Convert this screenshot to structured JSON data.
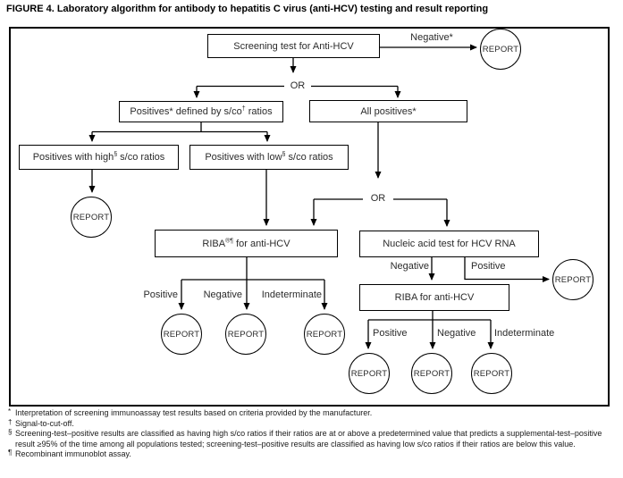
{
  "title": "FIGURE 4. Laboratory algorithm for antibody to hepatitis C virus (anti-HCV) testing and result reporting",
  "report_label": "REPORT",
  "nodes": {
    "screening": {
      "label": "Screening test for Anti-HCV"
    },
    "positives_sco": {
      "pre": "Positives* defined by s/co",
      "sup": "†",
      "post": " ratios"
    },
    "all_positives": {
      "label": "All positives*"
    },
    "high_sco": {
      "pre": "Positives with high",
      "sup": "§",
      "post": " s/co ratios"
    },
    "low_sco": {
      "pre": "Positives with low",
      "sup": "§",
      "post": " s/co ratios"
    },
    "riba_supplemental": {
      "pre": "RIBA",
      "sup": "®¶",
      "post": " for anti-HCV"
    },
    "naat": {
      "label": "Nucleic acid test for HCV RNA"
    },
    "riba_confirm": {
      "label": "RIBA for anti-HCV"
    }
  },
  "edge_labels": {
    "screening_negative": "Negative*",
    "or1": "OR",
    "or2": "OR",
    "naat_negative": "Negative",
    "naat_positive": "Positive",
    "riba1_positive": "Positive",
    "riba1_negative": "Negative",
    "riba1_indeterminate": "Indeterminate",
    "riba2_positive": "Positive",
    "riba2_negative": "Negative",
    "riba2_indeterminate": "Indeterminate"
  },
  "footnotes": [
    {
      "marker": "*",
      "text": "Interpretation of screening immunoassay test results based on criteria provided by the manufacturer."
    },
    {
      "marker": "†",
      "text": "Signal-to-cut-off."
    },
    {
      "marker": "§",
      "text": "Screening-test–positive results are classified as having high s/co ratios if their ratios are at or above a predetermined value that predicts a supplemental-test–positive result ≥95% of the time among all populations tested; screening-test–positive results are classified as having low s/co ratios if their ratios are below this value."
    },
    {
      "marker": "¶",
      "text": "Recombinant immunoblot assay."
    }
  ],
  "colors": {
    "ink": "#000000",
    "background": "#ffffff"
  }
}
